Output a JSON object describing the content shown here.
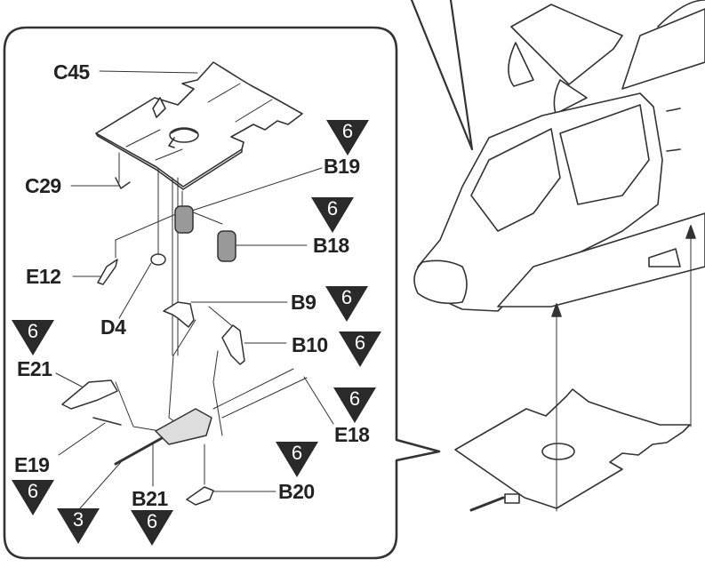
{
  "diagram": {
    "type": "model-kit-assembly-instruction",
    "subject": "attack helicopter cockpit floor sub-assembly",
    "part_labels": [
      {
        "id": "C45",
        "name": "cockpit floor"
      },
      {
        "id": "C29",
        "name": "hook"
      },
      {
        "id": "B19",
        "name": "seat part"
      },
      {
        "id": "B18",
        "name": "seat part"
      },
      {
        "id": "E12",
        "name": "pedal part"
      },
      {
        "id": "D4",
        "name": "disc"
      },
      {
        "id": "B9",
        "name": "bracket"
      },
      {
        "id": "B10",
        "name": "bracket"
      },
      {
        "id": "E21",
        "name": "frame part"
      },
      {
        "id": "E19",
        "name": "rod"
      },
      {
        "id": "E18",
        "name": "rod"
      },
      {
        "id": "B21",
        "name": "gun mount"
      },
      {
        "id": "B20",
        "name": "gun part"
      }
    ],
    "paint_markers": [
      {
        "for": "B19",
        "value": "6"
      },
      {
        "for": "B18",
        "value": "6"
      },
      {
        "for": "B9",
        "value": "6"
      },
      {
        "for": "B10",
        "value": "6"
      },
      {
        "for": "E21",
        "value": "6"
      },
      {
        "for": "E18",
        "value": "6"
      },
      {
        "for": "B20",
        "value": "6"
      },
      {
        "for": "E19",
        "value": "6"
      },
      {
        "for": "gun-barrel",
        "value": "3"
      },
      {
        "for": "B21",
        "value": "6"
      }
    ],
    "colors": {
      "ink": "#222222",
      "marker_fill": "#2a2a2a",
      "marker_text": "#ffffff",
      "background": "#ffffff"
    }
  }
}
